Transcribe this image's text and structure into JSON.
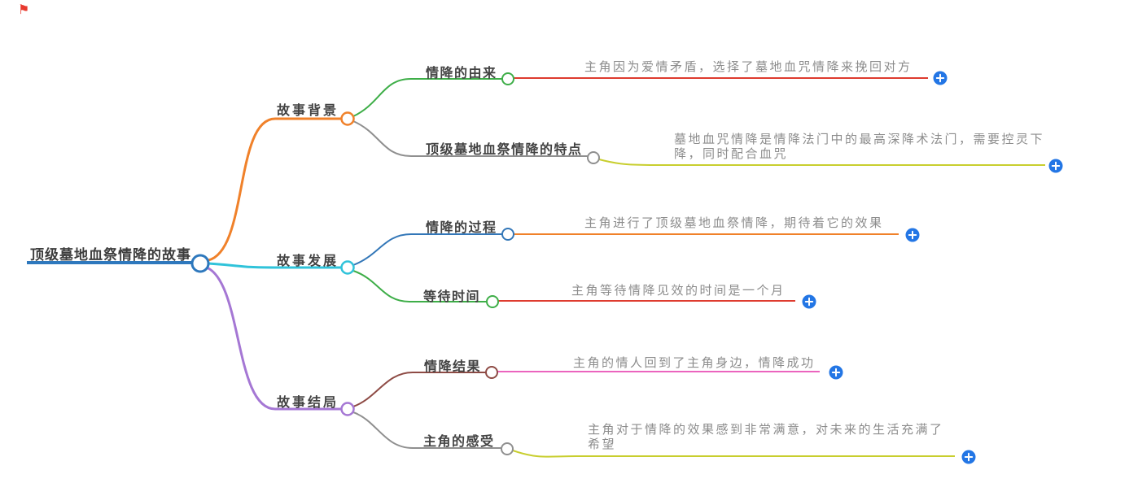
{
  "root": {
    "label": "顶级墓地血祭情降的故事"
  },
  "branches": [
    {
      "label": "故事背景",
      "children": [
        {
          "label": "情降的由来",
          "note": "主角因为爱情矛盾，选择了墓地血咒情降来挽回对方"
        },
        {
          "label": "顶级墓地血祭情降的特点",
          "note": "墓地血咒情降是情降法门中的最高深降术法门，需要控灵下降，同时配合血咒"
        }
      ]
    },
    {
      "label": "故事发展",
      "children": [
        {
          "label": "情降的过程",
          "note": "主角进行了顶级墓地血祭情降，期待着它的效果"
        },
        {
          "label": "等待时间",
          "note": "主角等待情降见效的时间是一个月"
        }
      ]
    },
    {
      "label": "故事结局",
      "children": [
        {
          "label": "情降结果",
          "note": "主角的情人回到了主角身边，情降成功"
        },
        {
          "label": "主角的感受",
          "note": "主角对于情降的效果感到非常满意，对未来的生活充满了希望"
        }
      ]
    }
  ],
  "flag_glyph": "⚑",
  "colors": {
    "root_blue": "#2e78bd",
    "orange": "#f0812a",
    "cyan": "#30c3da",
    "purple": "#a577d4",
    "green": "#3eae48",
    "gray": "#8f8f8f",
    "blue": "#3377b8",
    "brown": "#8e4b45",
    "red": "#de3b2f",
    "pink": "#eb64be",
    "yellow_green": "#c8ce2e",
    "plus_blue": "#2376e5",
    "node_text": "#434343",
    "leaf_text": "#8c8c8c"
  }
}
